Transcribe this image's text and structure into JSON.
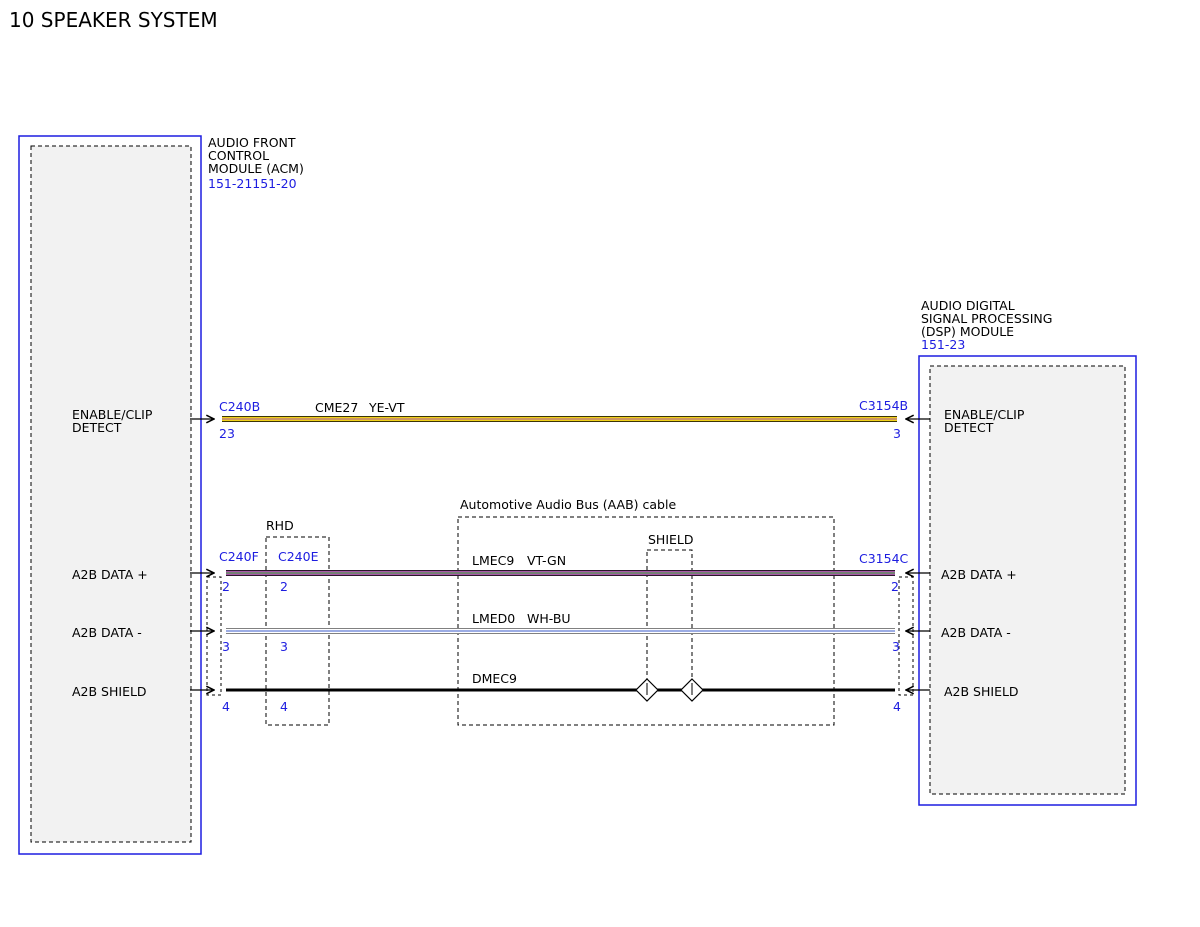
{
  "title": "10 SPEAKER SYSTEM",
  "colors": {
    "module_border": "#1d1de0",
    "connector_text": "#1d1de0",
    "module_fill": "#f2f2f2",
    "wire_yellow": "#f1d21a",
    "wire_violet": "#a858a8",
    "wire_green": "#3fa83f",
    "wire_white": "#ffffff",
    "wire_blue": "#3a58c8",
    "wire_black": "#000000"
  },
  "acm": {
    "name_lines": [
      "AUDIO FRONT",
      "CONTROL",
      "MODULE (ACM)"
    ],
    "ref": "151-21151-20",
    "pins": {
      "enable_line1": "ENABLE/CLIP",
      "enable_line2": "DETECT",
      "a2b_plus": "A2B DATA +",
      "a2b_minus": "A2B DATA -",
      "a2b_shield": "A2B SHIELD"
    }
  },
  "dsp": {
    "name_lines": [
      "AUDIO DIGITAL",
      "SIGNAL PROCESSING",
      "(DSP) MODULE"
    ],
    "ref": "151-23",
    "pins": {
      "enable_line1": "ENABLE/CLIP",
      "enable_line2": "DETECT",
      "a2b_plus": "A2B DATA +",
      "a2b_minus": "A2B DATA -",
      "a2b_shield": "A2B SHIELD"
    }
  },
  "connectors": {
    "c240b": "C240B",
    "c240f": "C240F",
    "c240e": "C240E",
    "c3154b": "C3154B",
    "c3154c": "C3154C"
  },
  "rhd_label": "RHD",
  "aab_label": "Automotive Audio Bus (AAB) cable",
  "shield_label": "SHIELD",
  "wires": {
    "enable": {
      "circuit": "CME27",
      "color": "YE-VT",
      "pin_left": "23",
      "pin_right": "3"
    },
    "plus": {
      "circuit": "LMEC9",
      "color": "VT-GN",
      "pin_left": "2",
      "pin_mid": "2",
      "pin_right": "2"
    },
    "minus": {
      "circuit": "LMED0",
      "color": "WH-BU",
      "pin_left": "3",
      "pin_mid": "3",
      "pin_right": "3"
    },
    "shield": {
      "circuit": "DMEC9",
      "pin_left": "4",
      "pin_mid": "4",
      "pin_right": "4"
    }
  }
}
